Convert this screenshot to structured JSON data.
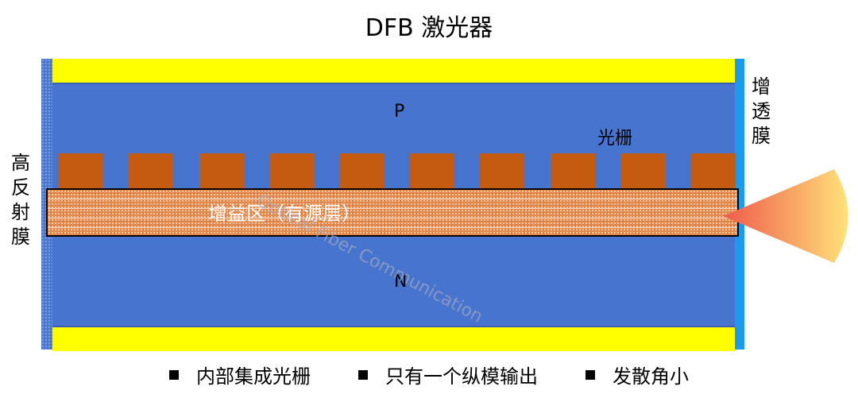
{
  "title": "DFB 激光器",
  "labels": {
    "p_region": "P",
    "n_region": "N",
    "grating": "光栅",
    "active_region": "增益区（有源层）",
    "high_reflection": "高反射膜",
    "anti_reflection": "增透膜"
  },
  "watermark": "Optical Fiber Communication",
  "bullets": [
    "内部集成光栅",
    "只有一个纵模输出",
    "发散角小"
  ],
  "grating_period_count": 10,
  "colors": {
    "substrate": "#4674cf",
    "electrode": "#ffff00",
    "grating": "#c55a11",
    "active_layer": "#e38a4d",
    "ar_coating": "#1a9bf0",
    "beam": "#f0704a"
  }
}
